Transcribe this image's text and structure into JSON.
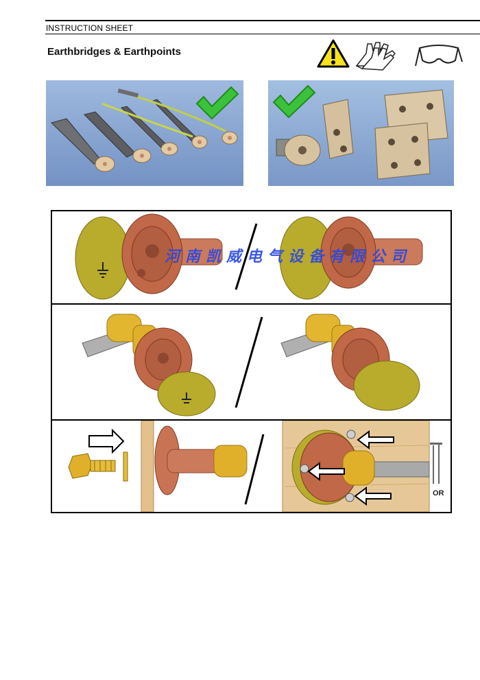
{
  "header": {
    "title": "INSTRUCTION SHEET"
  },
  "doc": {
    "title": "Earthbridges & Earthpoints"
  },
  "ppe_icons": [
    "warning-icon",
    "gloves-icon",
    "safety-glasses-icon"
  ],
  "photos": [
    {
      "name": "earthbridges-photo",
      "check": "check-icon"
    },
    {
      "name": "earthpoints-photo",
      "check": "check-icon"
    }
  ],
  "steps": {
    "row3_or_label": "OR"
  },
  "watermark": {
    "text": "河南凯威电气设备有限公司"
  },
  "colors": {
    "copper": "#c8674a",
    "disc": "#b8a82a",
    "brass": "#e0b832",
    "check": "#3cc23a"
  }
}
